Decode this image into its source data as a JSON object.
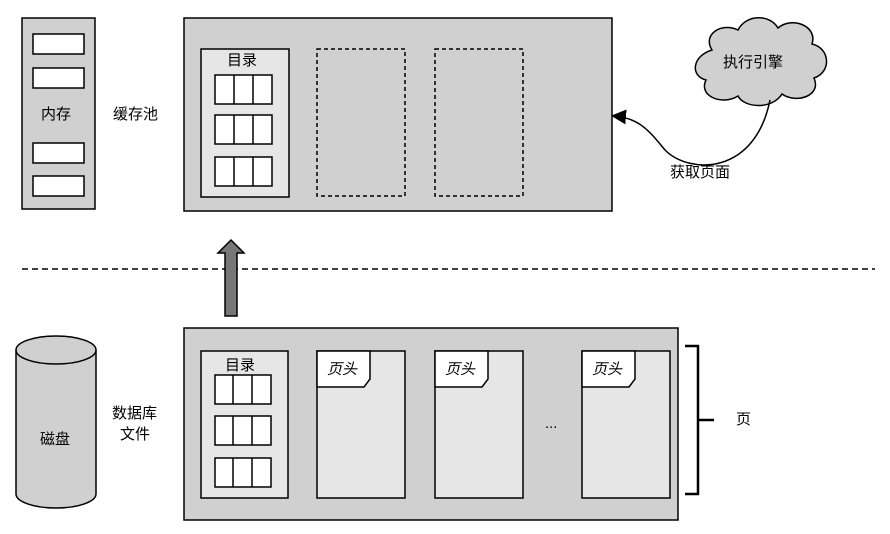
{
  "memory": {
    "label": "内存",
    "pool_label": "缓存池",
    "dir_title": "目录"
  },
  "engine": {
    "label": "执行引擎",
    "fetch_label": "获取页面"
  },
  "disk": {
    "label": "磁盘",
    "file_label_line1": "数据库",
    "file_label_line2": "文件",
    "dir_title": "目录",
    "page_headers": [
      "页头",
      "页头",
      "页头"
    ],
    "ellipsis": "...",
    "page_label": "页"
  }
}
